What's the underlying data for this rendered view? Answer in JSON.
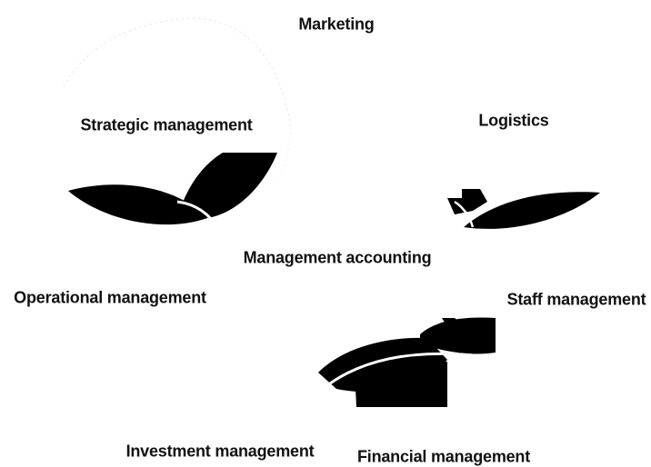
{
  "diagram": {
    "center": "Management accounting",
    "nodes": {
      "marketing": "Marketing",
      "logistics": "Logistics",
      "staff": "Staff management",
      "financial": "Financial management",
      "investment": "Investment management",
      "operational": "Operational management",
      "strategic": "Strategic management"
    }
  },
  "colors": {
    "leaf": "#000000",
    "text": "#111111",
    "background": "#ffffff"
  }
}
